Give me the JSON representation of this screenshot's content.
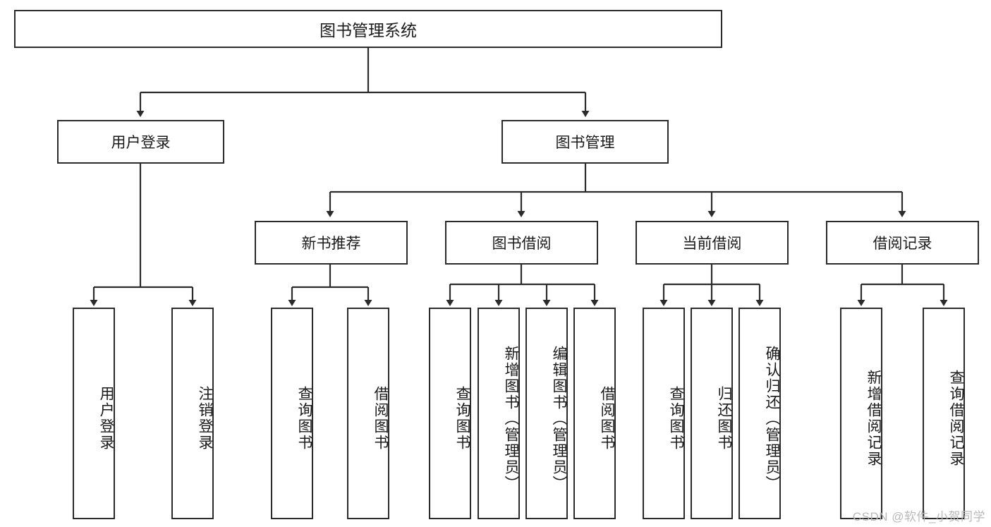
{
  "diagram": {
    "type": "tree",
    "title": "图书管理系统",
    "colors": {
      "box_border": "#2b2b2b",
      "box_fill": "#ffffff",
      "edge": "#2b2b2b",
      "text": "#1a1a1a",
      "watermark": "#b9b9b9"
    },
    "nodes": {
      "root": {
        "label": "图书管理系统"
      },
      "level1": [
        {
          "id": "user_login",
          "label": "用户登录"
        },
        {
          "id": "book_mgmt",
          "label": "图书管理"
        }
      ],
      "level2": [
        {
          "id": "new_book_rec",
          "label": "新书推荐"
        },
        {
          "id": "book_borrow",
          "label": "图书借阅"
        },
        {
          "id": "current_borrow",
          "label": "当前借阅"
        },
        {
          "id": "borrow_record",
          "label": "借阅记录"
        }
      ],
      "leaves": {
        "user_login": [
          {
            "id": "leaf_user_login",
            "label": "用户登录"
          },
          {
            "id": "leaf_logout",
            "label": "注销登录"
          }
        ],
        "new_book_rec": [
          {
            "id": "leaf_query_book_1",
            "label": "查询图书"
          },
          {
            "id": "leaf_borrow_book_1",
            "label": "借阅图书"
          }
        ],
        "book_borrow": [
          {
            "id": "leaf_query_book_2",
            "label": "查询图书"
          },
          {
            "id": "leaf_add_book",
            "label": "新增图书（管理员）"
          },
          {
            "id": "leaf_edit_book",
            "label": "编辑图书（管理员）"
          },
          {
            "id": "leaf_borrow_book_2",
            "label": "借阅图书"
          }
        ],
        "current_borrow": [
          {
            "id": "leaf_query_book_3",
            "label": "查询图书"
          },
          {
            "id": "leaf_return_book",
            "label": "归还图书"
          },
          {
            "id": "leaf_confirm_return",
            "label": "确认归还（管理员）"
          }
        ],
        "borrow_record": [
          {
            "id": "leaf_add_record",
            "label": "新增借阅记录"
          },
          {
            "id": "leaf_query_record",
            "label": "查询借阅记录"
          }
        ]
      }
    },
    "watermark": "CSDN @软件_小贺同学"
  }
}
